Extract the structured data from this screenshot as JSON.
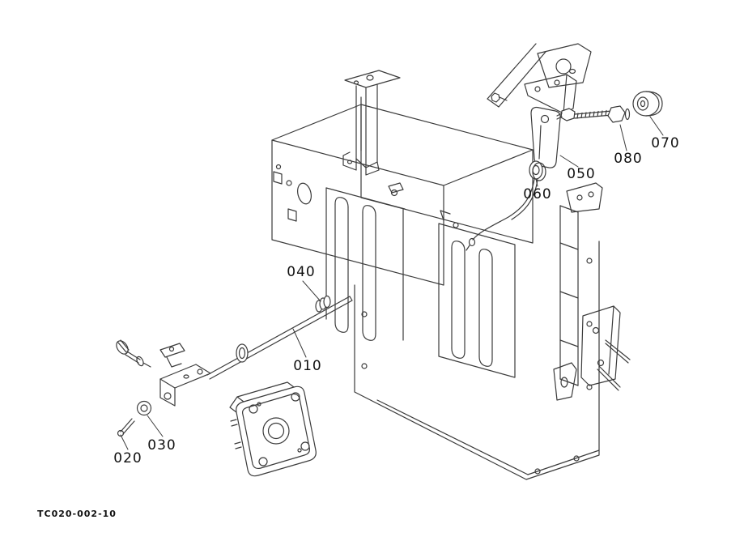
{
  "drawing": {
    "code": "TC020-002-10",
    "callouts": [
      {
        "label": "010"
      },
      {
        "label": "020"
      },
      {
        "label": "030"
      },
      {
        "label": "040"
      },
      {
        "label": "050"
      },
      {
        "label": "060"
      },
      {
        "label": "070"
      },
      {
        "label": "080"
      }
    ],
    "colors": {
      "line": "#3b3b3b",
      "text": "#111111",
      "background": "#ffffff"
    }
  }
}
